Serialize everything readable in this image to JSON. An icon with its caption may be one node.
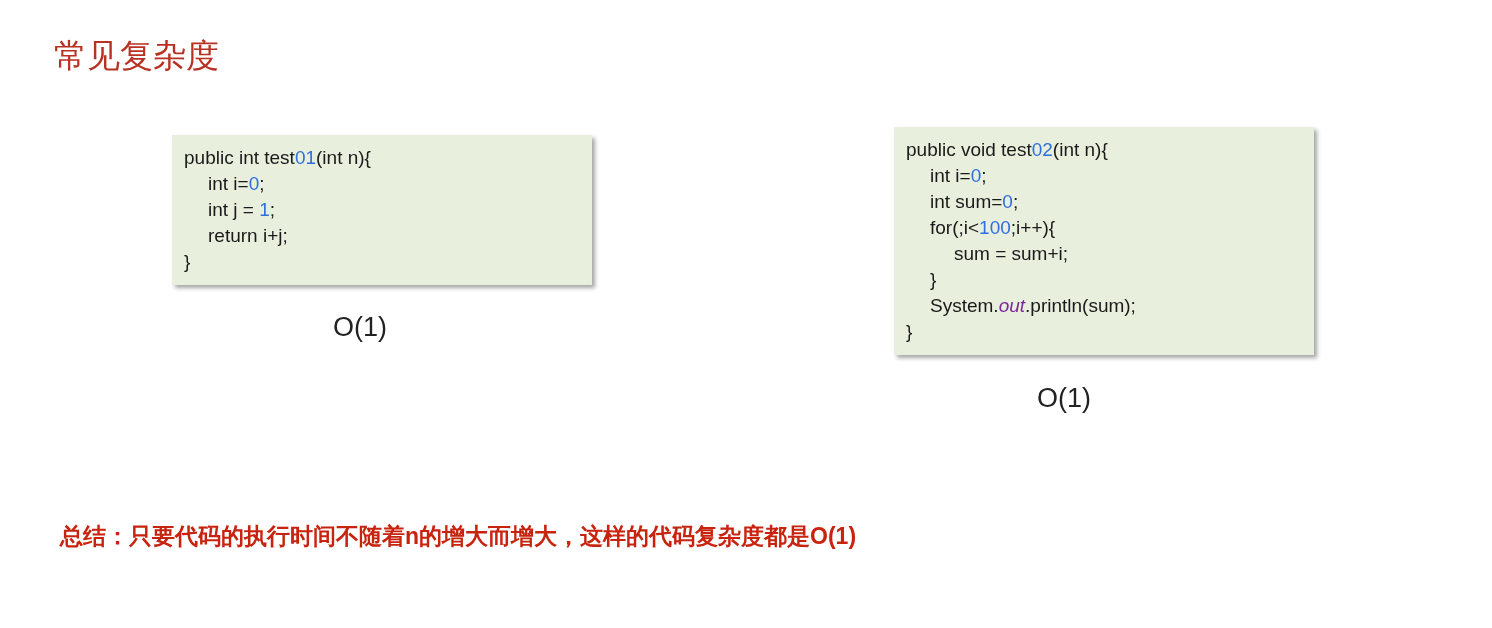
{
  "diagram": {
    "title": "常见复杂度",
    "nodes": [
      {
        "text": [
          "public int test01(int n){",
          "int i=0;",
          "int j = 1;",
          "return i+j;",
          "}"
        ],
        "beside": [
          "O(1)"
        ]
      },
      {
        "text": [
          "public void test02(int n){",
          "int i=0;",
          "int sum=0;",
          "for(;i<100;i++){",
          "sum = sum+i;",
          "}",
          "System.*out*.println(sum);",
          "}"
        ],
        "beside": [
          "O(1)"
        ]
      }
    ],
    "labels": [
      "总结：只要代码的执行时间不随着n的增大而增大，这样的代码复杂度都是O(1)"
    ]
  }
}
